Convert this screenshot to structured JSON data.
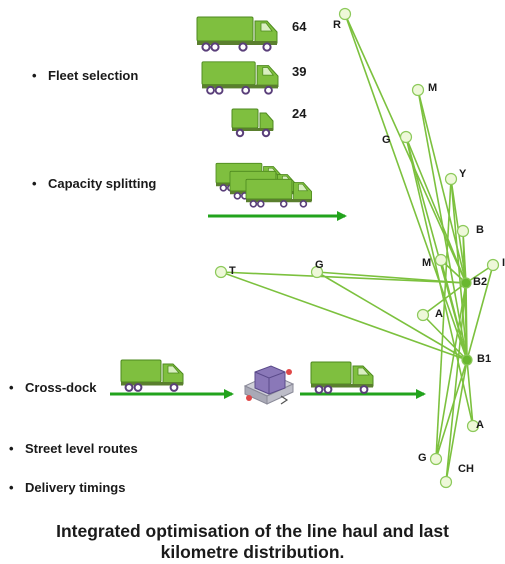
{
  "bullets": [
    {
      "id": "fleet-selection",
      "text": "Fleet selection"
    },
    {
      "id": "capacity-splitting",
      "text": "Capacity splitting"
    },
    {
      "id": "cross-dock",
      "text": "Cross-dock"
    },
    {
      "id": "street-level-routes",
      "text": "Street level routes"
    },
    {
      "id": "delivery-timings",
      "text": "Delivery timings"
    }
  ],
  "bullet_symbol": "•",
  "fleet_counts": [
    "64",
    "39",
    "24"
  ],
  "nodes": [
    {
      "id": "R",
      "label": "R"
    },
    {
      "id": "M1",
      "label": "M"
    },
    {
      "id": "G1",
      "label": "G"
    },
    {
      "id": "Y",
      "label": "Y"
    },
    {
      "id": "B",
      "label": "B"
    },
    {
      "id": "M2",
      "label": "M"
    },
    {
      "id": "I",
      "label": "I"
    },
    {
      "id": "T",
      "label": "T"
    },
    {
      "id": "G2",
      "label": "G"
    },
    {
      "id": "B2",
      "label": "B2"
    },
    {
      "id": "A1",
      "label": "A"
    },
    {
      "id": "B1",
      "label": "B1"
    },
    {
      "id": "A2",
      "label": "A"
    },
    {
      "id": "G3",
      "label": "G"
    },
    {
      "id": "CH",
      "label": "CH"
    }
  ],
  "edges": [
    [
      "R",
      "B2"
    ],
    [
      "R",
      "B1"
    ],
    [
      "M1",
      "B2"
    ],
    [
      "M1",
      "B1"
    ],
    [
      "G1",
      "B2"
    ],
    [
      "G1",
      "B1"
    ],
    [
      "G1",
      "A2"
    ],
    [
      "Y",
      "B2"
    ],
    [
      "Y",
      "B1"
    ],
    [
      "Y",
      "G3"
    ],
    [
      "B",
      "B2"
    ],
    [
      "B",
      "B1"
    ],
    [
      "M2",
      "B2"
    ],
    [
      "M2",
      "B1"
    ],
    [
      "I",
      "B1"
    ],
    [
      "I",
      "B2"
    ],
    [
      "T",
      "B2"
    ],
    [
      "T",
      "B1"
    ],
    [
      "G2",
      "B2"
    ],
    [
      "G2",
      "B1"
    ],
    [
      "A1",
      "B2"
    ],
    [
      "A1",
      "B1"
    ],
    [
      "B2",
      "B1"
    ],
    [
      "B1",
      "A2"
    ],
    [
      "B1",
      "G3"
    ],
    [
      "B1",
      "CH"
    ],
    [
      "B2",
      "CH"
    ],
    [
      "B2",
      "G3"
    ]
  ],
  "caption": {
    "line1": "Integrated optimisation of the line haul and last",
    "line2": "kilometre distribution."
  },
  "colors": {
    "truck": "#7fbf3f",
    "truck_dark": "#4e8a1f",
    "truck_wheel": "#5a3f7a",
    "arrow": "#22a31c",
    "network_line": "#7cc13e",
    "node_fill": "#eef8d9",
    "node_stroke": "#8cc95a",
    "hub": "#69b82f",
    "dock_box": "#8a78b8",
    "dock_grey": "#b8b8c2",
    "text": "#1a1a1a"
  },
  "icons": [
    "truck-icon",
    "cross-dock-icon",
    "arrow-right-icon"
  ]
}
